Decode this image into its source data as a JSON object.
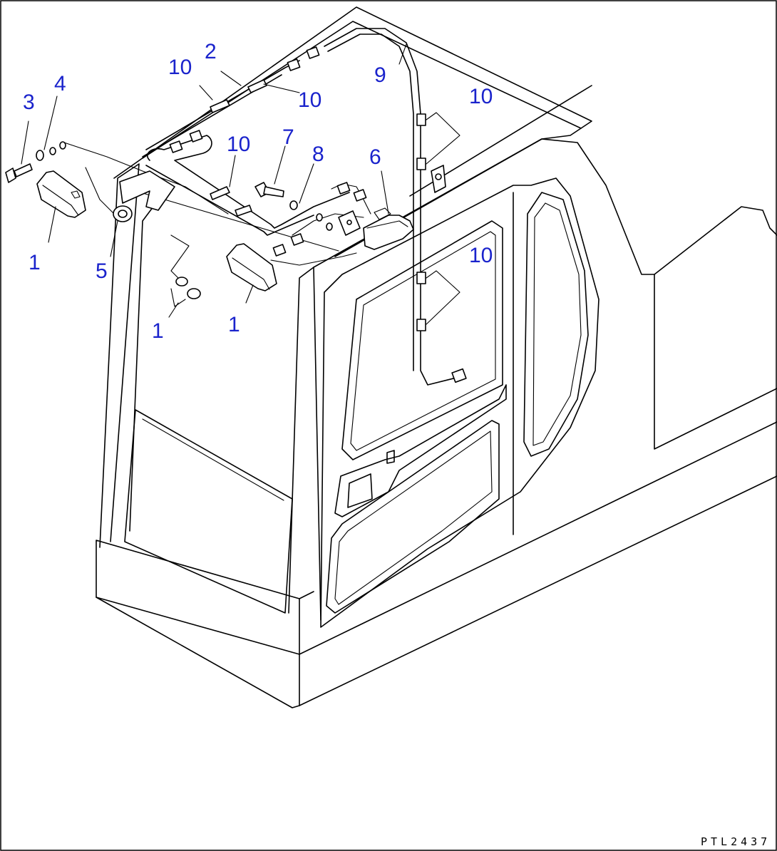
{
  "callouts": {
    "c1a": "1",
    "c1b": "1",
    "c1c": "1",
    "c2": "2",
    "c3": "3",
    "c4": "4",
    "c5": "5",
    "c6": "6",
    "c7": "7",
    "c8": "8",
    "c9": "9",
    "c10a": "10",
    "c10b": "10",
    "c10c": "10",
    "c10d": "10",
    "c10e": "10"
  },
  "drawing_code": "PTL2437",
  "colors": {
    "callout": "#1a23cc",
    "line": "#000000",
    "background": "#ffffff"
  }
}
